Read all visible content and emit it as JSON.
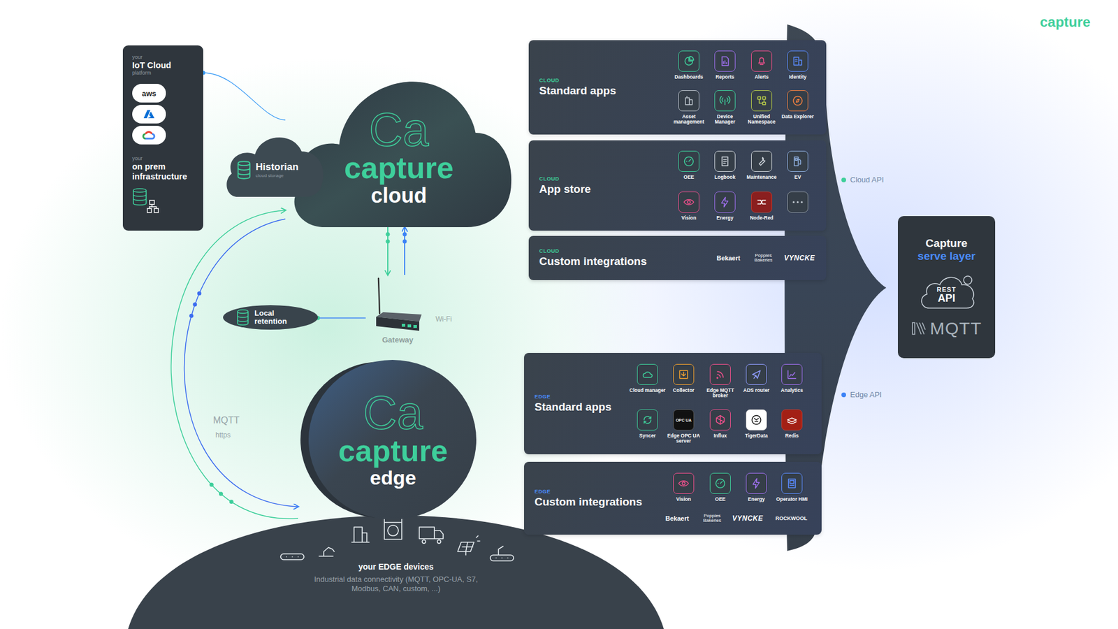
{
  "diagram": {
    "nodes": [
      {
        "text": [
          "your",
          "IoT Cloud",
          "platform",
          "aws",
          "your",
          "on prem infrastructure"
        ]
      },
      {
        "text": [
          "Ca",
          "capture",
          "cloud"
        ]
      },
      {
        "text": [
          "Historian",
          "cloud storage"
        ]
      },
      {
        "text": [
          "Gateway"
        ]
      },
      {
        "text": [
          "Local retention"
        ]
      },
      {
        "text": [
          "Ca",
          "capture",
          "edge"
        ]
      },
      {
        "text": [
          "your EDGE devices",
          "Industrial data connectivity (MQTT, OPC-UA, S7, Modbus, CAN, custom, ...)"
        ]
      },
      {
        "text": [
          "CLOUD",
          "Standard apps"
        ]
      },
      {
        "text": [
          "Dashboards"
        ],
        "in": 7
      },
      {
        "text": [
          "Reports"
        ],
        "in": 7
      },
      {
        "text": [
          "Alerts"
        ],
        "in": 7
      },
      {
        "text": [
          "Identity"
        ],
        "in": 7
      },
      {
        "text": [
          "Asset management"
        ],
        "in": 7
      },
      {
        "text": [
          "Device Manager"
        ],
        "in": 7
      },
      {
        "text": [
          "Unified Namespace"
        ],
        "in": 7
      },
      {
        "text": [
          "Data Explorer"
        ],
        "in": 7
      },
      {
        "text": [
          "CLOUD",
          "App store"
        ]
      },
      {
        "text": [
          "OEE"
        ],
        "in": 16
      },
      {
        "text": [
          "Logbook"
        ],
        "in": 16
      },
      {
        "text": [
          "Maintenance"
        ],
        "in": 16
      },
      {
        "text": [
          "EV"
        ],
        "in": 16
      },
      {
        "text": [
          "Vision"
        ],
        "in": 16
      },
      {
        "text": [
          "Energy"
        ],
        "in": 16
      },
      {
        "text": [
          "Node-Red"
        ],
        "in": 16
      },
      {
        "text": [
          "CLOUD",
          "Custom integrations"
        ]
      },
      {
        "text": [
          "EDGE",
          "Standard apps"
        ]
      },
      {
        "text": [
          "Cloud manager"
        ],
        "in": 25
      },
      {
        "text": [
          "Collector"
        ],
        "in": 25
      },
      {
        "text": [
          "Edge MQTT broker"
        ],
        "in": 25
      },
      {
        "text": [
          "ADS router"
        ],
        "in": 25
      },
      {
        "text": [
          "Analytics"
        ],
        "in": 25
      },
      {
        "text": [
          "Syncer"
        ],
        "in": 25
      },
      {
        "text": [
          "Edge OPC UA server"
        ],
        "in": 25
      },
      {
        "text": [
          "Influx"
        ],
        "in": 25
      },
      {
        "text": [
          "TigerData"
        ],
        "in": 25
      },
      {
        "text": [
          "Redis"
        ],
        "in": 25
      },
      {
        "text": [
          "EDGE",
          "Custom integrations"
        ]
      },
      {
        "text": [
          "Vision"
        ],
        "in": 36
      },
      {
        "text": [
          "OEE"
        ],
        "in": 36
      },
      {
        "text": [
          "Energy"
        ],
        "in": 36
      },
      {
        "text": [
          "Operator HMI"
        ],
        "in": 36
      },
      {
        "text": [
          "Capture",
          "serve layer",
          "REST",
          "API",
          "MQTT"
        ]
      }
    ],
    "edges": [
      {
        "from": 1,
        "to": 3,
        "arrow": "to"
      },
      {
        "from": 3,
        "to": 1,
        "arrow": "to"
      },
      {
        "from": 3,
        "to": 4,
        "arrow": "none"
      },
      {
        "from": 0,
        "to": 1,
        "arrow": "none"
      },
      {
        "from": 1,
        "to": 5,
        "arrow": "to"
      },
      {
        "from": 5,
        "to": 1,
        "arrow": "to"
      }
    ],
    "labels": [
      "capture",
      "Wi-Fi",
      "MQTT",
      "https",
      "Cloud API",
      "Edge API",
      "Bekaert",
      "Poppies Bakeries",
      "VYNCKE",
      "Bekaert",
      "Poppies Bakeries",
      "VYNCKE",
      "ROCKWOOL",
      "OPC UA"
    ]
  }
}
